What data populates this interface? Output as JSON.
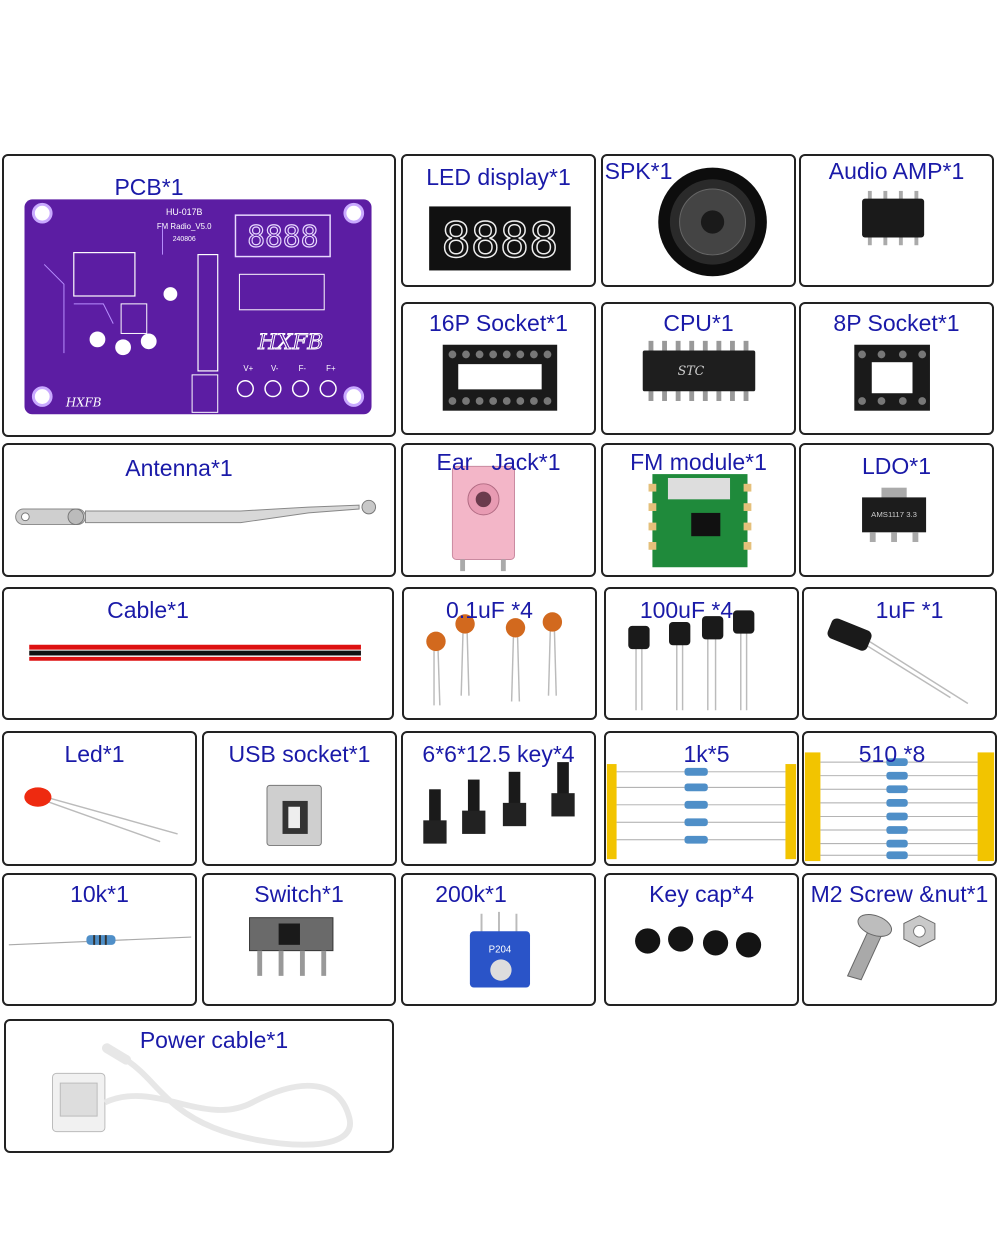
{
  "items": {
    "pcb": "PCB*1",
    "led_display": "LED display*1",
    "spk": "SPK*1",
    "audio_amp": "Audio AMP*1",
    "socket16": "16P Socket*1",
    "cpu": "CPU*1",
    "socket8": "8P Socket*1",
    "antenna": "Antenna*1",
    "ear_jack": "Ear   Jack*1",
    "fm_module": "FM module*1",
    "ldo": "LDO*1",
    "cable": "Cable*1",
    "cap_01uf": "0.1uF *4",
    "cap_100uf": "100uF *4",
    "cap_1uf": "1uF *1",
    "led": "Led*1",
    "usb_socket": "USB socket*1",
    "key": "6*6*12.5 key*4",
    "r1k": "1k*5",
    "r510": "510 *8",
    "r10k": "10k*1",
    "switch": "Switch*1",
    "pot200k": "200k*1",
    "keycap": "Key cap*4",
    "screw": "M2 Screw &nut*1",
    "power_cable": "Power cable*1"
  },
  "pcb_text": {
    "model": "HU-017B",
    "name": "FM Radio_V5.0",
    "date": "240806",
    "logo": "HXFB",
    "buttons": [
      "V+",
      "V-",
      "F-",
      "F+"
    ],
    "digits": "8888"
  },
  "led_display_digits": "8888",
  "cpu_marking": "STC",
  "ldo_marking": "AMS1117 3.3",
  "pot_marking": "P204",
  "colors": {
    "label": "#1a1aa8",
    "pcb": "#5c1da3",
    "border": "#222222"
  }
}
